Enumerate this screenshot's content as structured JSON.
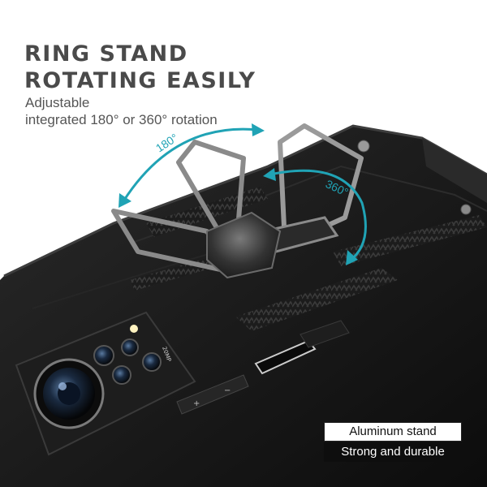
{
  "headline": {
    "line1": "RING STAND",
    "line2": "ROTATING EASILY"
  },
  "subline": {
    "line1": "Adjustable",
    "line2": "integrated 180° or 360° rotation"
  },
  "rotation_labels": {
    "left": "180°",
    "right": "360°"
  },
  "camera_label": "20MP",
  "badges": {
    "top": "Aluminum stand",
    "bottom": "Strong and durable"
  },
  "colors": {
    "headline": "#4a4a4a",
    "accent_arrows": "#20a3b5",
    "case_body": "#151515",
    "badge_dark": "#0e0e0e"
  }
}
